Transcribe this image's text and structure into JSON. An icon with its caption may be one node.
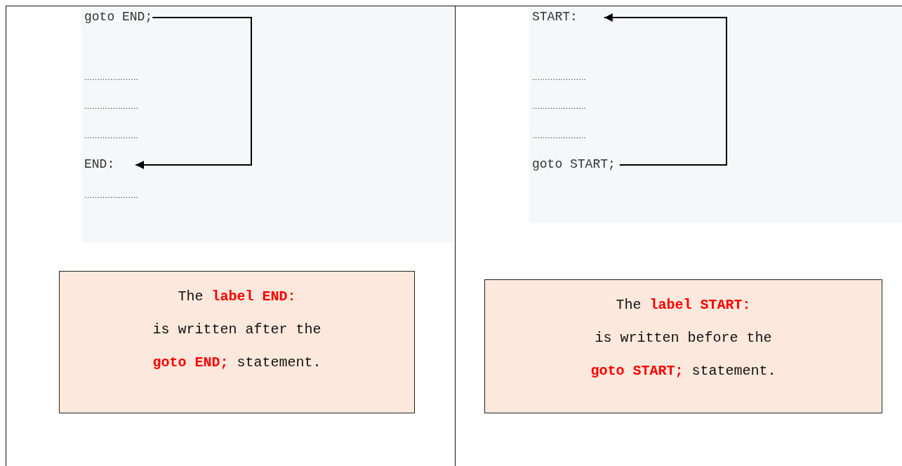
{
  "diagram": {
    "nodes": [
      {
        "text": [
          "goto END;"
        ]
      },
      {
        "text": [
          "END:"
        ]
      },
      {
        "text": [
          "START:"
        ]
      },
      {
        "text": [
          "goto START;"
        ]
      },
      {
        "text": [
          "The **label END:**",
          "is written after the",
          "**goto END;** statement."
        ]
      },
      {
        "text": [
          "The **label START:**",
          "is written before the",
          "**goto START;** statement."
        ]
      }
    ],
    "edges": [
      {
        "from": 0,
        "to": 1,
        "arrow": "to"
      },
      {
        "from": 3,
        "to": 2,
        "arrow": "to"
      }
    ],
    "labels": [
      "…………………",
      "…………………",
      "…………………",
      "…………………",
      "…………………",
      "…………………",
      "…………………"
    ]
  }
}
